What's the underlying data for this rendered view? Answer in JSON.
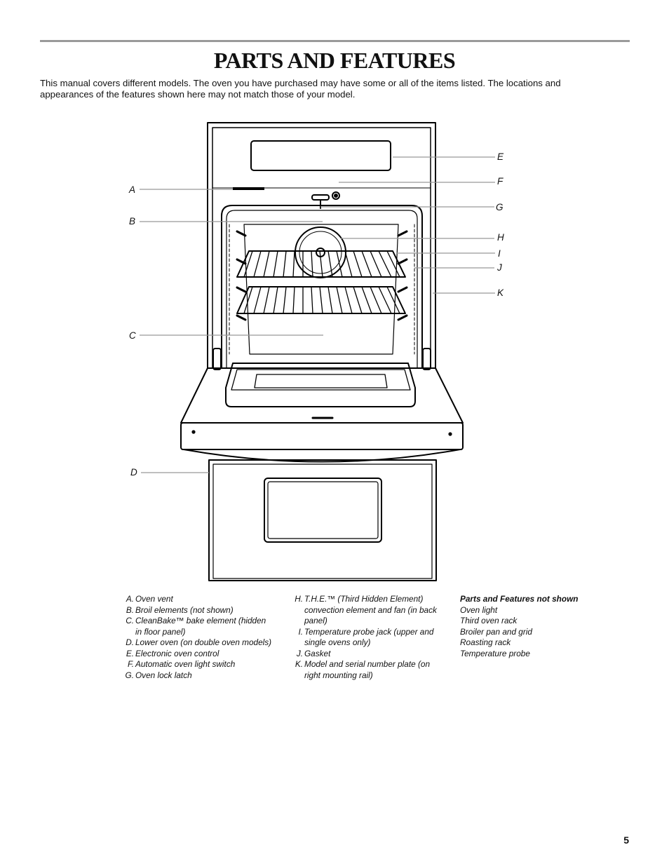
{
  "header": {
    "title": "PARTS AND FEATURES",
    "intro": "This manual covers different models. The oven you have purchased may have some or all of the items listed. The locations and appearances of the features shown here may not match those of your model."
  },
  "diagram": {
    "callouts": {
      "a": "A",
      "b": "B",
      "c": "C",
      "d": "D",
      "e": "E",
      "f": "F",
      "g": "G",
      "h": "H",
      "i": "I",
      "j": "J",
      "k": "K"
    }
  },
  "legend": {
    "col1": [
      {
        "letter": "A.",
        "text": "Oven vent"
      },
      {
        "letter": "B.",
        "text": "Broil elements (not shown)"
      },
      {
        "letter": "C.",
        "text": "CleanBake™ bake element (hidden in floor panel)"
      },
      {
        "letter": "D.",
        "text": "Lower oven (on double oven models)"
      },
      {
        "letter": "E.",
        "text": "Electronic oven control"
      },
      {
        "letter": "F.",
        "text": "Automatic oven light switch"
      },
      {
        "letter": "G.",
        "text": "Oven lock latch"
      }
    ],
    "col2": [
      {
        "letter": "H.",
        "text": "T.H.E.™ (Third Hidden Element) convection element and fan (in back panel)"
      },
      {
        "letter": "I.",
        "text": "Temperature probe jack (upper and single ovens only)"
      },
      {
        "letter": "J.",
        "text": "Gasket"
      },
      {
        "letter": "K.",
        "text": "Model and serial number plate (on right mounting rail)"
      }
    ],
    "col3": {
      "heading": "Parts and Features not shown",
      "items": [
        "Oven light",
        "Third oven rack",
        "Broiler pan and grid",
        "Roasting rack",
        "Temperature probe"
      ]
    }
  },
  "footer": {
    "page_number": "5"
  }
}
